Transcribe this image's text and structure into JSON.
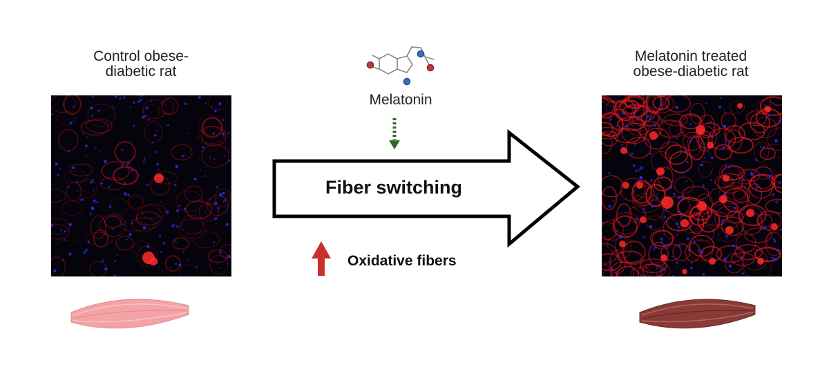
{
  "labels": {
    "left_title": "Control obese-\ndiabetic rat",
    "right_title": "Melatonin treated\nobese-diabetic rat",
    "melatonin": "Melatonin",
    "fiber_switching": "Fiber switching",
    "oxidative_fibers": "Oxidative  fibers"
  },
  "colors": {
    "micro_background": "#05030c",
    "nucleus_blue": "#2d2bd6",
    "fiber_red": "#d41a1f",
    "dashed_arrow_green": "#2e6b1f",
    "up_arrow_red": "#c9302c",
    "muscle_light": "#f3a3a6",
    "muscle_dark": "#8a3a36",
    "atom_red": "#c0393b",
    "atom_blue": "#3a6fc4"
  },
  "icons": {
    "melatonin_molecule": "molecule-icon",
    "left_muscle": "muscle-light-icon",
    "right_muscle": "muscle-dark-icon",
    "up_arrow": "up-arrow-icon",
    "dashed_arrow": "dashed-down-arrow-icon"
  }
}
